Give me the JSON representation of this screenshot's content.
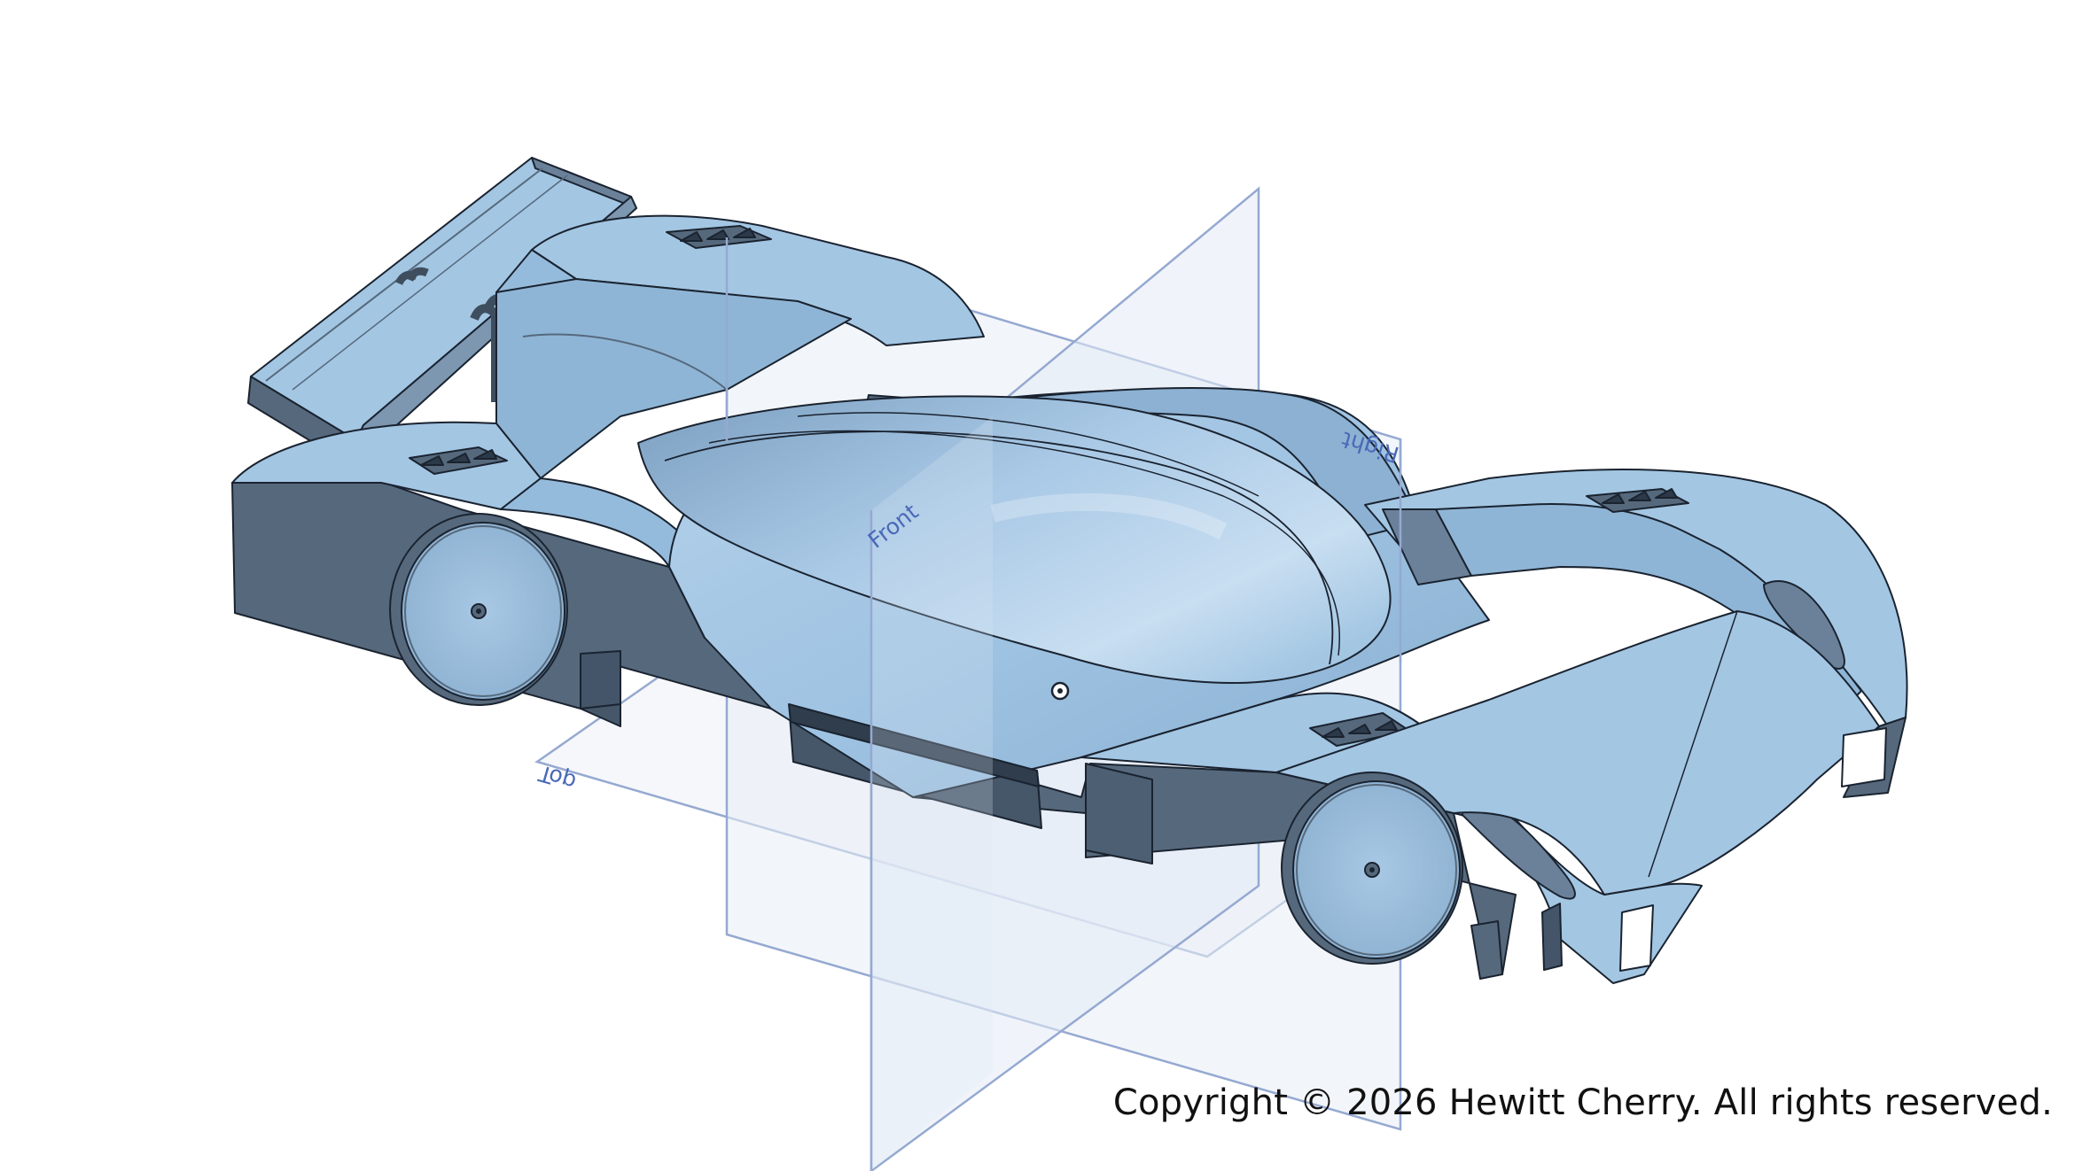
{
  "viewport": {
    "planes": {
      "top": "Top",
      "front": "Front",
      "right": "Right"
    },
    "model_color": "#a3c6e3",
    "model_shadow_color": "#56697c",
    "plane_color": "#95a9d1",
    "plane_label_color": "#4a69b8"
  },
  "footer": {
    "copyright": "Copyright © 2026 Hewitt Cherry. All rights reserved."
  }
}
